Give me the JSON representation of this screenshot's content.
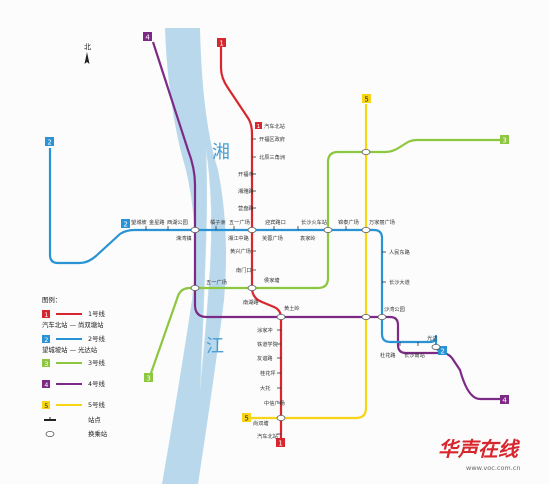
{
  "compass": {
    "label": "北"
  },
  "river": {
    "label_top": "湘",
    "label_bottom": "江"
  },
  "colors": {
    "line1": "#d8262e",
    "line2": "#2a93d5",
    "line3": "#8dc63f",
    "line4": "#7d2a86",
    "line5": "#f7d416",
    "river": "#b9d8ec",
    "station": "#333333"
  },
  "lines": [
    {
      "id": "1",
      "name": "1号线",
      "desc": "汽车北站 — 尚双塘站"
    },
    {
      "id": "2",
      "name": "2号线",
      "desc": "望城坡站 — 光达站"
    },
    {
      "id": "3",
      "name": "3号线",
      "desc": ""
    },
    {
      "id": "4",
      "name": "4号线",
      "desc": ""
    },
    {
      "id": "5",
      "name": "5号线",
      "desc": ""
    }
  ],
  "legend": {
    "title": "图例：",
    "station_label": "站点",
    "transfer_label": "换乘站"
  },
  "stations": {
    "line1": [
      "开福区政府",
      "北辰三角洲",
      "开福寺",
      "湘雅路",
      "营盘路",
      "黄兴广场",
      "南门口",
      "侯家塘",
      "南湖路",
      "黄土岭",
      "涂家冲",
      "铁道学院",
      "友谊路",
      "桂花坪",
      "大托",
      "中信广场",
      "尚双塘"
    ],
    "line1_terminal": "汽车北站",
    "line2": [
      "望城坡",
      "金星路",
      "西湖公园",
      "溁湾镇",
      "橘子洲",
      "湘江中路",
      "五一广场",
      "芙蓉广场",
      "迎宾路口",
      "袁家岭",
      "长沙火车站",
      "锦泰广场",
      "万家丽广场",
      "人民东路",
      "长沙大道",
      "沙湾公园",
      "杜花路",
      "长沙南站",
      "光达"
    ],
    "line2_terminal": "望城坡",
    "other": [
      "五一广场",
      "湘江中路"
    ]
  },
  "watermark": {
    "brand": "华声在线",
    "url": "www.voc.com.cn"
  }
}
